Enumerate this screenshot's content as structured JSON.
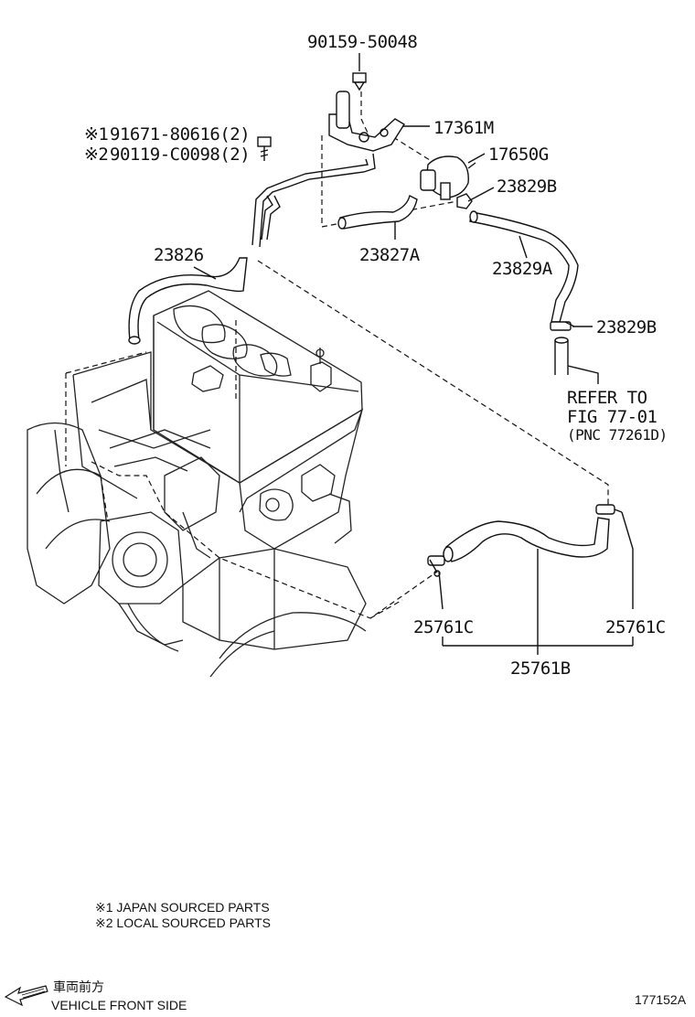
{
  "parts": {
    "p_90159_50048": "90159-50048",
    "p_17361M": "17361M",
    "p_17650G": "17650G",
    "p_23829B_top": "23829B",
    "p_23829B_mid": "23829B",
    "p_23827A": "23827A",
    "p_23829A": "23829A",
    "p_23826": "23826",
    "p_25761C_left": "25761C",
    "p_25761C_right": "25761C",
    "p_25761B": "25761B",
    "bolt_mark_1": "※1",
    "bolt_line_1": "91671-80616(2)",
    "bolt_mark_2": "※2",
    "bolt_line_2": "90119-C0098(2)"
  },
  "refer": {
    "line1": "REFER TO",
    "line2": "FIG 77-01",
    "line3": "(PNC 77261D)"
  },
  "legend": {
    "note1": "※1 JAPAN SOURCED PARTS",
    "note2": "※2 LOCAL SOURCED PARTS"
  },
  "footer": {
    "front_jp": "車両前方",
    "front_en": "VEHICLE FRONT SIDE",
    "fig_id": "177152A"
  },
  "icons": {
    "front_arrow": "arrow-left-icon"
  }
}
